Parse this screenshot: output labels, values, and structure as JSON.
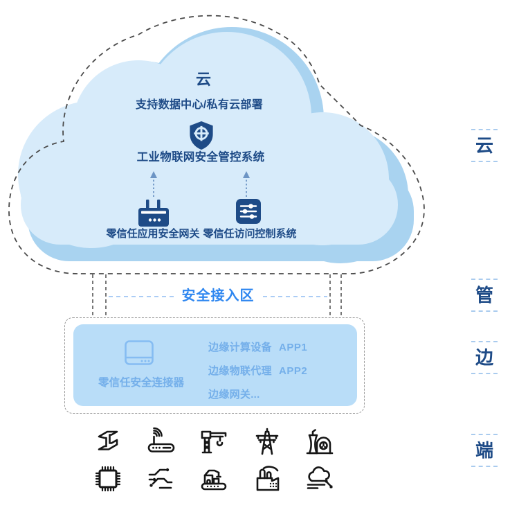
{
  "diagram": {
    "cloud": {
      "title": "云",
      "deploy_note": "支持数据中心/私有云部署",
      "system_name": "工业物联网安全管控系统",
      "gateway_left_label": "零信任应用安全网关",
      "gateway_right_label": "零信任访问控制系统"
    },
    "access_zone": {
      "label": "安全接入区"
    },
    "edge_zone": {
      "connector_label": "零信任安全连接器",
      "rows": [
        {
          "name": "边缘计算设备",
          "app": "APP1"
        },
        {
          "name": "边缘物联代理",
          "app": "APP2"
        },
        {
          "name": "边缘网关...",
          "app": ""
        }
      ]
    },
    "rail": {
      "items": [
        {
          "label": "云"
        },
        {
          "label": "管"
        },
        {
          "label": "边"
        },
        {
          "label": "端"
        }
      ]
    },
    "device_icons": [
      "steel-beam",
      "wifi-router",
      "tower-crane",
      "transmission-tower",
      "nuclear-plant",
      "cpu-chip",
      "circuit-board",
      "robot-arm-machine",
      "factory",
      "cloud-network"
    ],
    "colors": {
      "cloud_light": "#D7EBFA",
      "cloud_shadow": "#A9D3F0",
      "navy": "#1E4B87",
      "access_blue": "#2F87F0",
      "edge_fill": "#B9DDF8",
      "edge_text": "#74AFEA",
      "edge_icon": "#85BCF2",
      "outline_gray": "#4A4A4A",
      "rail_dash": "#A9CBEE",
      "device_icon_black": "#161616"
    }
  }
}
